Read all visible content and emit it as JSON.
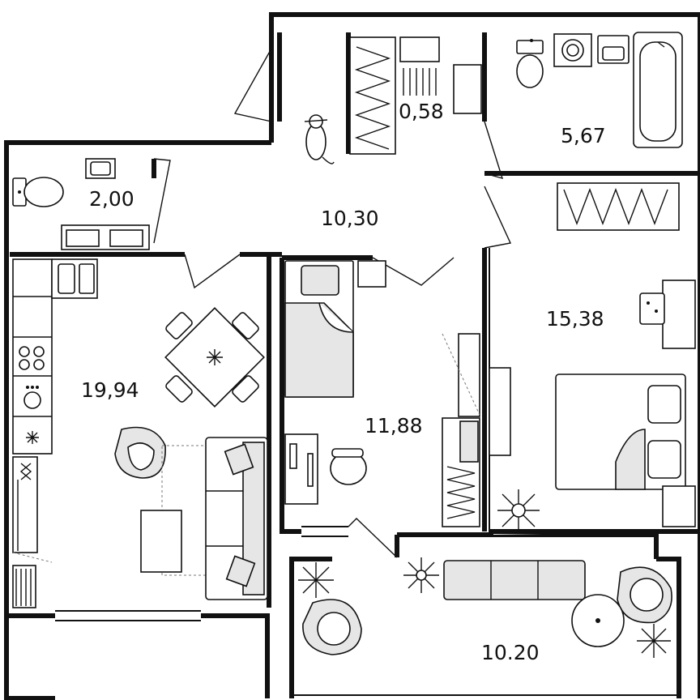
{
  "rooms": {
    "storage": {
      "area": "0,58"
    },
    "bathroom": {
      "area": "5,67"
    },
    "wc": {
      "area": "2,00"
    },
    "hall": {
      "area": "10,30"
    },
    "bedroom": {
      "area": "15,38"
    },
    "kitchen_living": {
      "area": "19,94"
    },
    "child_room": {
      "area": "11,88"
    },
    "balcony": {
      "area": "10.20"
    }
  },
  "colors": {
    "wall": "#111111",
    "furniture_fill": "#e6e6e6",
    "background": "#ffffff"
  },
  "icons": [
    "toilet-icon",
    "sink-icon",
    "washing-machine-icon",
    "bathtub-icon",
    "stove-icon",
    "dining-table-icon",
    "armchair-icon",
    "sofa-icon",
    "bed-icon",
    "desk-icon",
    "office-chair-icon",
    "plant-icon",
    "cat-icon",
    "wardrobe-icon",
    "round-table-icon"
  ]
}
